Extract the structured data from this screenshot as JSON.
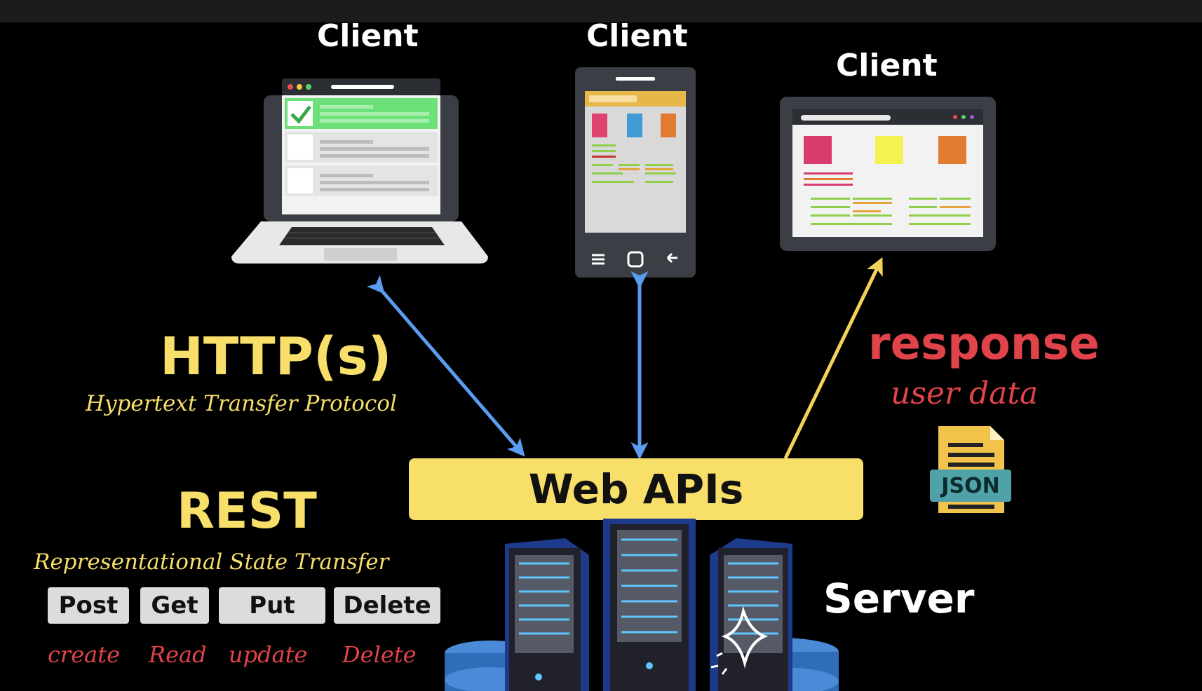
{
  "clients": [
    {
      "label": "Client"
    },
    {
      "label": "Client"
    },
    {
      "label": "Client"
    }
  ],
  "http": {
    "title": "HTTP(s)",
    "subtitle": "Hypertext Transfer Protocol"
  },
  "rest": {
    "title": "REST",
    "subtitle": "Representational State Transfer",
    "methods": [
      {
        "label": "Post",
        "action": "create"
      },
      {
        "label": "Get",
        "action": "Read"
      },
      {
        "label": "Put",
        "action": "update"
      },
      {
        "label": "Delete",
        "action": "Delete"
      }
    ]
  },
  "api": {
    "label": "Web APIs"
  },
  "response": {
    "title": "response",
    "subtitle": "user data",
    "file_label": "JSON"
  },
  "server": {
    "label": "Server"
  },
  "colors": {
    "accent_yellow": "#f7df6a",
    "response_red": "#e0434a",
    "arrow_blue": "#5b9bf0",
    "arrow_yellow": "#f2d35a"
  }
}
